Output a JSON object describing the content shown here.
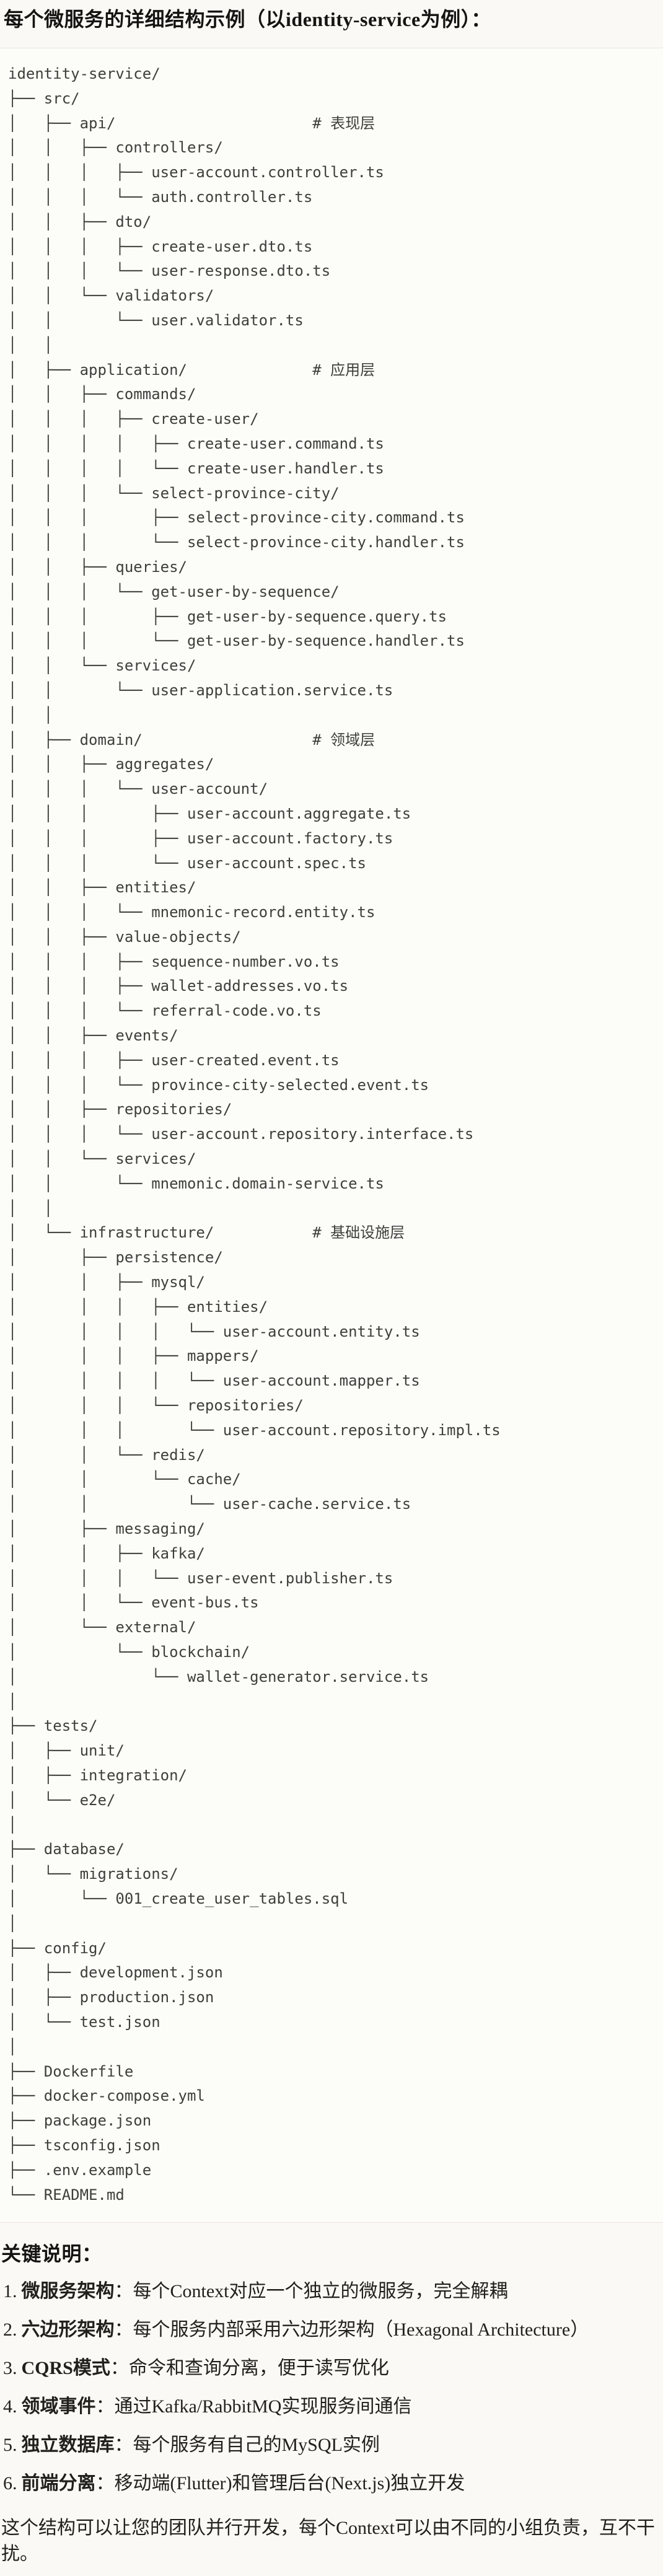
{
  "title": "每个微服务的详细结构示例（以identity-service为例）：",
  "colors": {
    "page_background": "#FAF9F5",
    "code_background": "#FCFCF9",
    "code_border": "#E7E4DC",
    "code_text": "#3E3E3A",
    "heading_text": "#151412"
  },
  "code_block": {
    "language": "plain-text-tree",
    "lines": [
      "identity-service/",
      "├── src/",
      "│   ├── api/                      # 表现层",
      "│   │   ├── controllers/",
      "│   │   │   ├── user-account.controller.ts",
      "│   │   │   └── auth.controller.ts",
      "│   │   ├── dto/",
      "│   │   │   ├── create-user.dto.ts",
      "│   │   │   └── user-response.dto.ts",
      "│   │   └── validators/",
      "│   │       └── user.validator.ts",
      "│   │",
      "│   ├── application/              # 应用层",
      "│   │   ├── commands/",
      "│   │   │   ├── create-user/",
      "│   │   │   │   ├── create-user.command.ts",
      "│   │   │   │   └── create-user.handler.ts",
      "│   │   │   └── select-province-city/",
      "│   │   │       ├── select-province-city.command.ts",
      "│   │   │       └── select-province-city.handler.ts",
      "│   │   ├── queries/",
      "│   │   │   └── get-user-by-sequence/",
      "│   │   │       ├── get-user-by-sequence.query.ts",
      "│   │   │       └── get-user-by-sequence.handler.ts",
      "│   │   └── services/",
      "│   │       └── user-application.service.ts",
      "│   │",
      "│   ├── domain/                   # 领域层",
      "│   │   ├── aggregates/",
      "│   │   │   └── user-account/",
      "│   │   │       ├── user-account.aggregate.ts",
      "│   │   │       ├── user-account.factory.ts",
      "│   │   │       └── user-account.spec.ts",
      "│   │   ├── entities/",
      "│   │   │   └── mnemonic-record.entity.ts",
      "│   │   ├── value-objects/",
      "│   │   │   ├── sequence-number.vo.ts",
      "│   │   │   ├── wallet-addresses.vo.ts",
      "│   │   │   └── referral-code.vo.ts",
      "│   │   ├── events/",
      "│   │   │   ├── user-created.event.ts",
      "│   │   │   └── province-city-selected.event.ts",
      "│   │   ├── repositories/",
      "│   │   │   └── user-account.repository.interface.ts",
      "│   │   └── services/",
      "│   │       └── mnemonic.domain-service.ts",
      "│   │",
      "│   └── infrastructure/           # 基础设施层",
      "│       ├── persistence/",
      "│       │   ├── mysql/",
      "│       │   │   ├── entities/",
      "│       │   │   │   └── user-account.entity.ts",
      "│       │   │   ├── mappers/",
      "│       │   │   │   └── user-account.mapper.ts",
      "│       │   │   └── repositories/",
      "│       │   │       └── user-account.repository.impl.ts",
      "│       │   └── redis/",
      "│       │       └── cache/",
      "│       │           └── user-cache.service.ts",
      "│       ├── messaging/",
      "│       │   ├── kafka/",
      "│       │   │   └── user-event.publisher.ts",
      "│       │   └── event-bus.ts",
      "│       └── external/",
      "│           └── blockchain/",
      "│               └── wallet-generator.service.ts",
      "│",
      "├── tests/",
      "│   ├── unit/",
      "│   ├── integration/",
      "│   └── e2e/",
      "│",
      "├── database/",
      "│   └── migrations/",
      "│       └── 001_create_user_tables.sql",
      "│",
      "├── config/",
      "│   ├── development.json",
      "│   ├── production.json",
      "│   └── test.json",
      "│",
      "├── Dockerfile",
      "├── docker-compose.yml",
      "├── package.json",
      "├── tsconfig.json",
      "├── .env.example",
      "└── README.md"
    ]
  },
  "notes": {
    "heading": "关键说明：",
    "items": [
      {
        "num": "1.",
        "label": "微服务架构",
        "text": "：每个Context对应一个独立的微服务，完全解耦"
      },
      {
        "num": "2.",
        "label": "六边形架构",
        "text": "：每个服务内部采用六边形架构（Hexagonal Architecture）"
      },
      {
        "num": "3.",
        "label": "CQRS模式",
        "text": "：命令和查询分离，便于读写优化"
      },
      {
        "num": "4.",
        "label": "领域事件",
        "text": "：通过Kafka/RabbitMQ实现服务间通信"
      },
      {
        "num": "5.",
        "label": "独立数据库",
        "text": "：每个服务有自己的MySQL实例"
      },
      {
        "num": "6.",
        "label": "前端分离",
        "text": "：移动端(Flutter)和管理后台(Next.js)独立开发"
      }
    ],
    "footer": "这个结构可以让您的团队并行开发，每个Context可以由不同的小组负责，互不干扰。"
  }
}
